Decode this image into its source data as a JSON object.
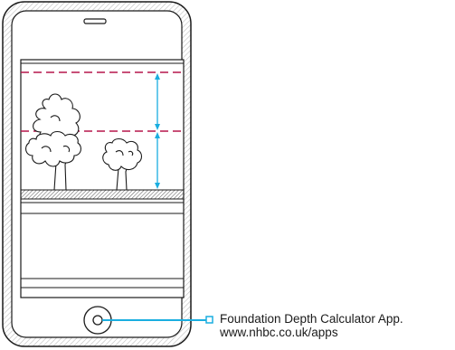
{
  "caption": {
    "title": "Foundation Depth Calculator App.",
    "url": "www.nhbc.co.uk/apps"
  },
  "colors": {
    "outline": "#1a1a1a",
    "hatch": "#bfbfbf",
    "screen_bg": "#ffffff",
    "dashed_level": "#b5174b",
    "dimension_arrow": "#1aaee0",
    "callout": "#1aaee0"
  },
  "icons": {
    "earpiece": "speaker-slot",
    "home_button": "home-button",
    "trees": [
      "large-tree",
      "small-tree"
    ]
  }
}
